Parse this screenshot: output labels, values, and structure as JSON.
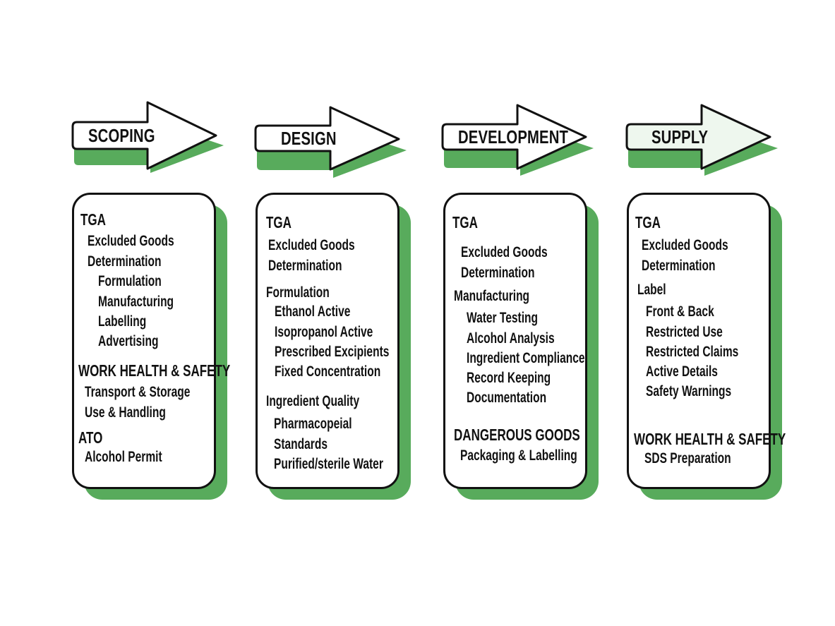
{
  "colors": {
    "shadow_green": "#58ab5c",
    "outline": "#111111",
    "supply_fill": "#eef7ee",
    "card_fill": "#ffffff"
  },
  "stages": [
    {
      "title": "SCOPING",
      "arrow_fill": "#ffffff",
      "lines": [
        {
          "text": "TGA",
          "level": 0
        },
        {
          "text": "Excluded Goods",
          "level": 1
        },
        {
          "text": "Determination",
          "level": 1
        },
        {
          "text": "Formulation",
          "level": 2
        },
        {
          "text": "Manufacturing",
          "level": 2
        },
        {
          "text": "Labelling",
          "level": 2
        },
        {
          "text": "Advertising",
          "level": 2
        },
        {
          "text": "WORK HEALTH & SAFETY",
          "level": 0
        },
        {
          "text": "Transport & Storage",
          "level": 1
        },
        {
          "text": "Use & Handling",
          "level": 1
        },
        {
          "text": "ATO",
          "level": 0
        },
        {
          "text": "Alcohol Permit",
          "level": 1
        }
      ]
    },
    {
      "title": "DESIGN",
      "arrow_fill": "#ffffff",
      "lines": [
        {
          "text": "TGA",
          "level": 0
        },
        {
          "text": "Excluded Goods",
          "level": 1
        },
        {
          "text": "Determination",
          "level": 1
        },
        {
          "text": "Formulation",
          "level": 0
        },
        {
          "text": "Ethanol Active",
          "level": 1
        },
        {
          "text": "Isopropanol Active",
          "level": 1
        },
        {
          "text": "Prescribed Excipients",
          "level": 1
        },
        {
          "text": "Fixed Concentration",
          "level": 1
        },
        {
          "text": "Ingredient Quality",
          "level": 0
        },
        {
          "text": "Pharmacopeial",
          "level": 1
        },
        {
          "text": "Standards",
          "level": 1
        },
        {
          "text": "Purified/sterile Water",
          "level": 1
        }
      ]
    },
    {
      "title": "DEVELOPMENT",
      "arrow_fill": "#ffffff",
      "lines": [
        {
          "text": "TGA",
          "level": 0
        },
        {
          "text": "Excluded Goods",
          "level": 1
        },
        {
          "text": "Determination",
          "level": 1
        },
        {
          "text": "Manufacturing",
          "level": 0
        },
        {
          "text": "Water Testing",
          "level": 1
        },
        {
          "text": "Alcohol Analysis",
          "level": 1
        },
        {
          "text": "Ingredient Compliance",
          "level": 1
        },
        {
          "text": "Record Keeping",
          "level": 1
        },
        {
          "text": "Documentation",
          "level": 1
        },
        {
          "text": "DANGEROUS GOODS",
          "level": 0
        },
        {
          "text": "Packaging & Labelling",
          "level": 1
        }
      ]
    },
    {
      "title": "SUPPLY",
      "arrow_fill": "#eef7ee",
      "lines": [
        {
          "text": "TGA",
          "level": 0
        },
        {
          "text": "Excluded Goods",
          "level": 1
        },
        {
          "text": "Determination",
          "level": 1
        },
        {
          "text": "Label",
          "level": 0
        },
        {
          "text": "Front & Back",
          "level": 1
        },
        {
          "text": "Restricted Use",
          "level": 1
        },
        {
          "text": "Restricted Claims",
          "level": 1
        },
        {
          "text": "Active Details",
          "level": 1
        },
        {
          "text": "Safety Warnings",
          "level": 1
        },
        {
          "text": "WORK HEALTH & SAFETY",
          "level": 0
        },
        {
          "text": "SDS Preparation",
          "level": 1
        }
      ]
    }
  ]
}
